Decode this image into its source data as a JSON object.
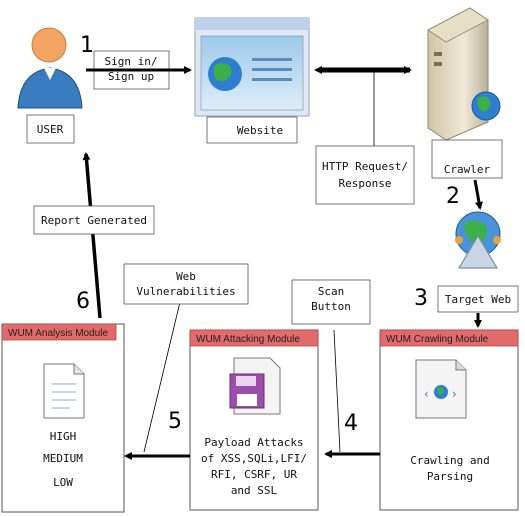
{
  "steps": [
    "1",
    "2",
    "3",
    "4",
    "5",
    "6"
  ],
  "user": {
    "label": "USER"
  },
  "signin": {
    "line1": "Sign in/",
    "line2": "Sign up"
  },
  "website": {
    "label": "Website"
  },
  "http": {
    "line1": "HTTP Request/",
    "line2": "Response"
  },
  "crawler": {
    "label": "Crawler"
  },
  "target_web": {
    "label": "Target Web"
  },
  "report": {
    "label": "Report Generated"
  },
  "web_vuln": {
    "line1": "Web",
    "line2": "Vulnerabilities"
  },
  "scan_button": {
    "line1": "Scan",
    "line2": "Button"
  },
  "modules": {
    "analysis": {
      "title": "WUM Analysis Module",
      "levels": [
        "HIGH",
        "MEDIUM",
        "LOW"
      ]
    },
    "attacking": {
      "title": "WUM Attacking Module",
      "lines": [
        "Payload Attacks",
        "of XSS,SQLi,LFI/",
        "RFI, CSRF, UR",
        "and SSL"
      ]
    },
    "crawling": {
      "title": "WUM Crawling Module",
      "lines": [
        "Crawling and",
        "Parsing"
      ]
    }
  },
  "colors": {
    "module_header": "#e36a6a",
    "arrow": "#000000",
    "user_body": "#3a7cc0",
    "user_head": "#f2a463",
    "floppy": "#9b4fa8"
  }
}
